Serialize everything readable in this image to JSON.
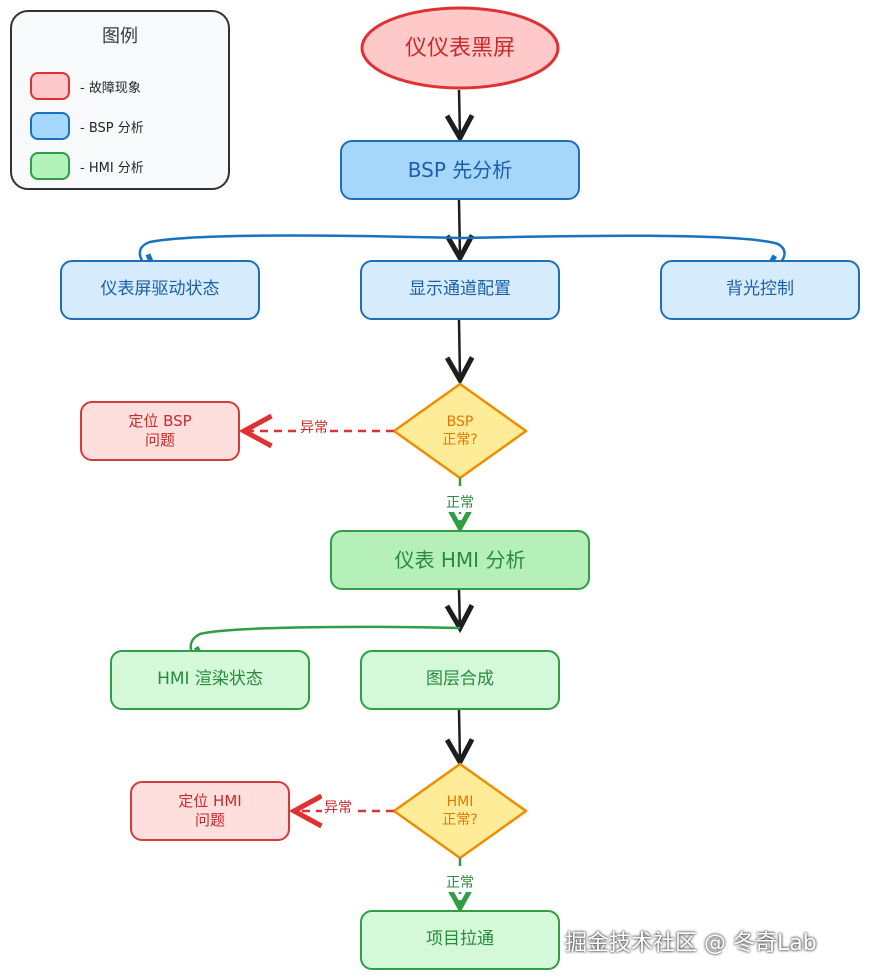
{
  "legend": {
    "title": "图例",
    "items": [
      {
        "label": "- 故障现象",
        "fill": "#ffc9c9",
        "stroke": "#e03131"
      },
      {
        "label": "- BSP 分析",
        "fill": "#a5d8ff",
        "stroke": "#1971c2"
      },
      {
        "label": "- HMI 分析",
        "fill": "#b2f2bb",
        "stroke": "#2f9e44"
      }
    ]
  },
  "nodes": {
    "start": "仪仪表黑屏",
    "bsp_first": "BSP 先分析",
    "driver_state": "仪表屏驱动状态",
    "display_channel": "显示通道配置",
    "backlight": "背光控制",
    "bsp_decision": {
      "line1": "BSP",
      "line2": "正常?"
    },
    "locate_bsp": {
      "line1": "定位 BSP",
      "line2": "问题"
    },
    "hmi_analysis": "仪表 HMI 分析",
    "hmi_render": "HMI 渲染状态",
    "layer_compose": "图层合成",
    "hmi_decision": {
      "line1": "HMI",
      "line2": "正常?"
    },
    "locate_hmi": {
      "line1": "定位 HMI",
      "line2": "问题"
    },
    "integration": "项目拉通"
  },
  "edges": {
    "abnormal": "异常",
    "normal": "正常"
  },
  "colors": {
    "red": "#e03131",
    "blue": "#1971c2",
    "green": "#2f9e44",
    "orange": "#f08c00"
  },
  "watermark": "掘金技术社区 @ 冬奇Lab"
}
